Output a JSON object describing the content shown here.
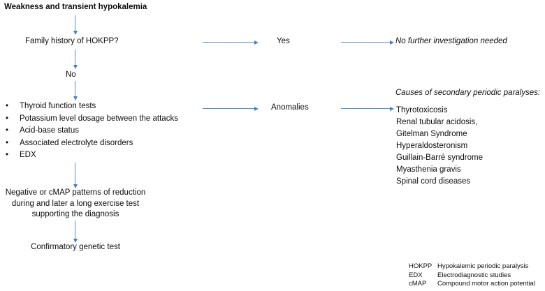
{
  "diagram": {
    "title": "Weakness and transient hypokalemia",
    "accent_color": "#5b8fc9",
    "arrowhead_color": "#4a7fc1",
    "text_color": "#0d0d0d",
    "nodes": {
      "family_history": "Family history of HOKPP?",
      "branch_no": "No",
      "branch_yes": "Yes",
      "branch_anomalies": "Anomalies",
      "no_further": "No further investigation needed",
      "cmap_block_line1": "Negative or cMAP patterns of reduction",
      "cmap_block_line2": "during and later a long exercise test",
      "cmap_block_line3": "supporting the diagnosis",
      "confirmatory": "Confirmatory genetic test"
    },
    "workup_bullets": [
      {
        "marker": "•",
        "label": "Thyroid function tests"
      },
      {
        "marker": "•",
        "label": "Potassium level dosage between the attacks"
      },
      {
        "marker": "•",
        "label": "Acid-base status"
      },
      {
        "marker": "•",
        "label": "Associated electrolyte disorders"
      },
      {
        "marker": "•",
        "label": "EDX"
      }
    ],
    "causes": {
      "heading": "Causes of secondary periodic paralyses:",
      "items": [
        "Thyrotoxicosis",
        "Renal tubular acidosis,",
        "Gitelman Syndrome",
        "Hyperaldosteronism",
        "Guillain-Barré syndrome",
        "Myasthenia gravis",
        "Spinal cord diseases"
      ]
    },
    "legend": [
      {
        "abbr": "HOKPP",
        "definition": "Hypokalemic periodic paralysis"
      },
      {
        "abbr": "EDX",
        "definition": "Electrodiagnostic studies"
      },
      {
        "abbr": "cMAP",
        "definition": "Compound motor action potential"
      }
    ]
  }
}
